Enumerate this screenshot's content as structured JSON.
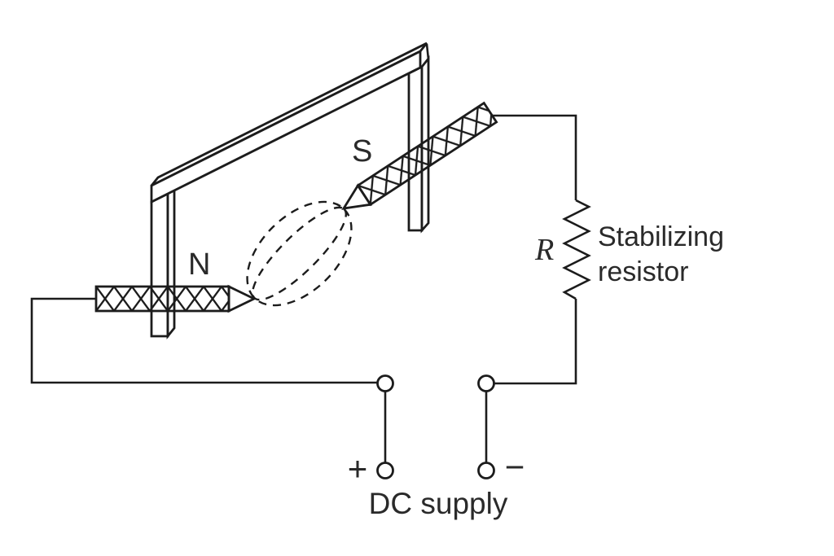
{
  "diagram": {
    "description": "DC arc circuit with electrodes through a support frame, stabilizing resistor and DC supply",
    "labels": {
      "pole_left": "N",
      "pole_right": "S",
      "resistor_symbol": "R",
      "resistor_name_line1": "Stabilizing",
      "resistor_name_line2": "resistor",
      "terminal_positive": "+",
      "terminal_negative": "−",
      "supply": "DC supply"
    }
  },
  "colors": {
    "background": "#ffffff",
    "line": "#1c1c1c",
    "text": "#2a2a2a"
  }
}
